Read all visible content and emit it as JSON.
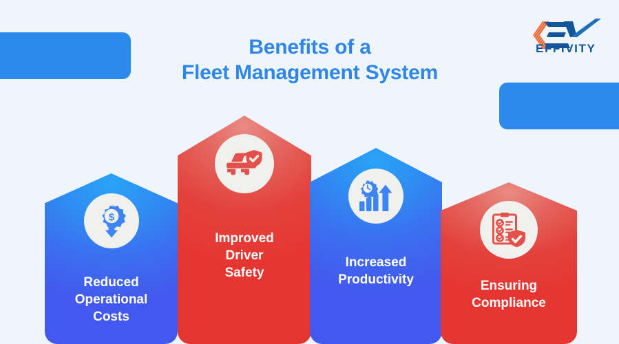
{
  "background_color": "#eff5fd",
  "title": {
    "line1": "Benefits of a",
    "line2": "Fleet Management System",
    "color": "#3086e8"
  },
  "logo": {
    "mark": "ev-monogram",
    "wordmark": "EFFIVITY",
    "mark_color": "#12559b",
    "accent_color": "#e8622a"
  },
  "decor": {
    "left_bar": "decorative-bar",
    "right_bar": "decorative-bar",
    "color": "#2b8aec"
  },
  "pillars": [
    {
      "id": "reduced-operational-costs",
      "icon": "gear-dollar-down-arrow-icon",
      "icon_color": "#3d85f2",
      "badge_color": "#f0f0ee",
      "accent": "#3b6ff0",
      "caption_lines": [
        "Reduced",
        "Operational",
        "Costs"
      ]
    },
    {
      "id": "improved-driver-safety",
      "icon": "car-shield-check-icon",
      "icon_color": "#e4504a",
      "badge_color": "#f0f0ee",
      "accent": "#e4413c",
      "caption_lines": [
        "Improved",
        "Driver",
        "Safety"
      ]
    },
    {
      "id": "increased-productivity",
      "icon": "gear-clock-bar-chart-up-arrow-icon",
      "icon_color": "#3d85f2",
      "badge_color": "#f0f0ee",
      "accent": "#3b6ff0",
      "caption_lines": [
        "Increased",
        "Productivity"
      ]
    },
    {
      "id": "ensuring-compliance",
      "icon": "clipboard-checklist-shield-icon",
      "icon_color": "#e4504a",
      "badge_color": "#f0f0ee",
      "accent": "#e4413c",
      "caption_lines": [
        "Ensuring",
        "Compliance"
      ]
    }
  ]
}
